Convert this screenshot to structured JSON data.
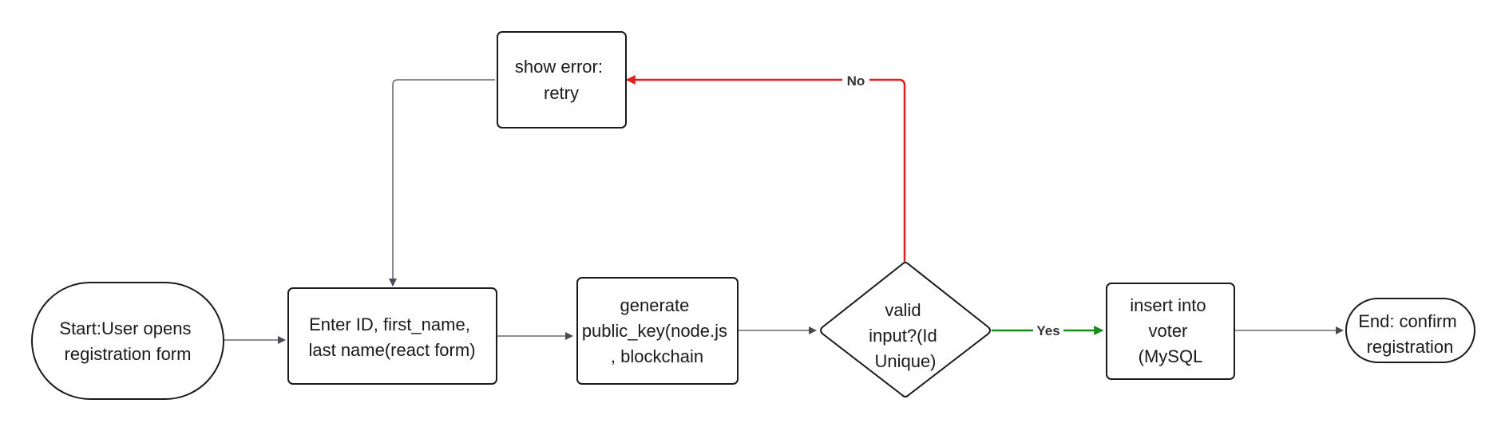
{
  "diagram": {
    "colors": {
      "default_edge": "#4a4a55",
      "no_edge": "#e01e1e",
      "yes_edge": "#1a8a1a",
      "node_stroke": "#1a1a1a"
    },
    "nodes": {
      "start": {
        "lines": [
          "Start:User opens",
          "registration form"
        ],
        "shape": "terminator"
      },
      "enter_details": {
        "lines": [
          "Enter ID, first_name,",
          "last name(react form)"
        ],
        "shape": "process"
      },
      "generate_key": {
        "lines": [
          "generate",
          "public_key(node.js",
          ", blockchain"
        ],
        "shape": "process"
      },
      "valid_input": {
        "lines": [
          "valid",
          "input?(Id",
          "Unique)"
        ],
        "shape": "decision"
      },
      "insert_voter": {
        "lines": [
          "insert into",
          "voter",
          "(MySQL"
        ],
        "shape": "process"
      },
      "end": {
        "lines": [
          "End: confirm",
          "registration"
        ],
        "shape": "terminator"
      },
      "show_error": {
        "lines": [
          "show error:",
          "retry"
        ],
        "shape": "process"
      }
    },
    "edges": {
      "no_label": "No",
      "yes_label": "Yes"
    }
  }
}
